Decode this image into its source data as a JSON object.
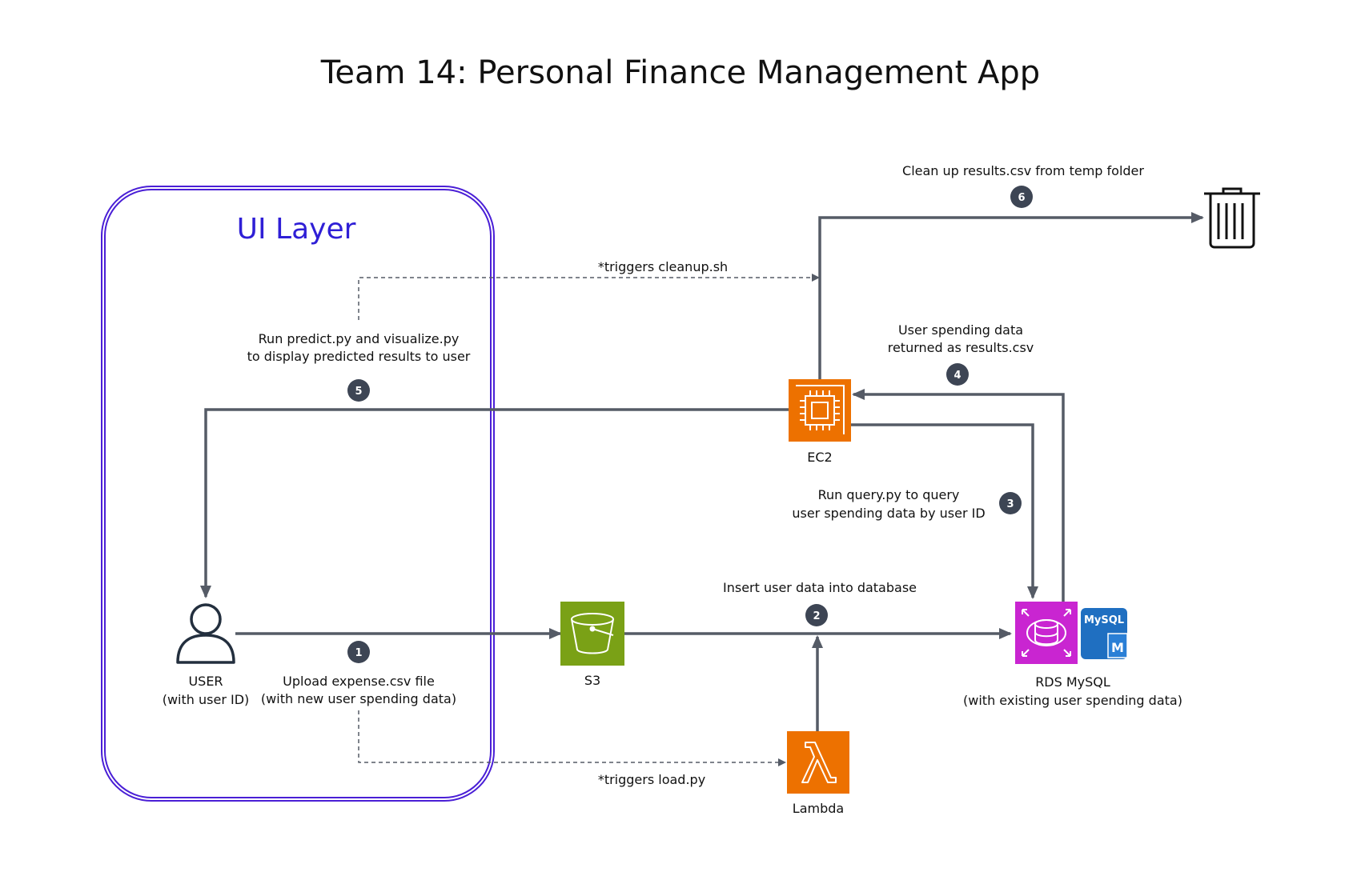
{
  "title": "Team 14: Personal Finance Management App",
  "ui_layer": {
    "label": "UI Layer"
  },
  "nodes": {
    "user": {
      "label": "USER",
      "sublabel": "(with user ID)"
    },
    "s3": {
      "label": "S3"
    },
    "ec2": {
      "label": "EC2"
    },
    "lambda": {
      "label": "Lambda"
    },
    "rds": {
      "label": "RDS MySQL",
      "sublabel": "(with existing user spending data)",
      "badge_text": "MySQL",
      "badge_letter": "M"
    }
  },
  "steps": [
    {
      "number": "1",
      "lines": [
        "Upload expense.csv file",
        "(with new user spending data)"
      ]
    },
    {
      "number": "2",
      "lines": [
        "Insert user data into database"
      ]
    },
    {
      "number": "3",
      "lines": [
        "Run query.py to query",
        "user spending data by user ID"
      ]
    },
    {
      "number": "4",
      "lines": [
        "User spending data",
        "returned as results.csv"
      ]
    },
    {
      "number": "5",
      "lines": [
        "Run predict.py and visualize.py",
        "to display predicted results to user"
      ]
    },
    {
      "number": "6",
      "lines": [
        "Clean up results.csv from temp folder"
      ]
    }
  ],
  "triggers": {
    "load": "*triggers load.py",
    "cleanup": "*triggers cleanup.sh"
  },
  "colors": {
    "ui_border": "#4a1fd6",
    "ec2": "#ed7100",
    "lambda": "#ed7100",
    "s3": "#7aa116",
    "rds": "#c925d1",
    "mysql_badge": "#1f6fc1",
    "step_badge": "#3d4554",
    "arrow": "#555b66"
  }
}
